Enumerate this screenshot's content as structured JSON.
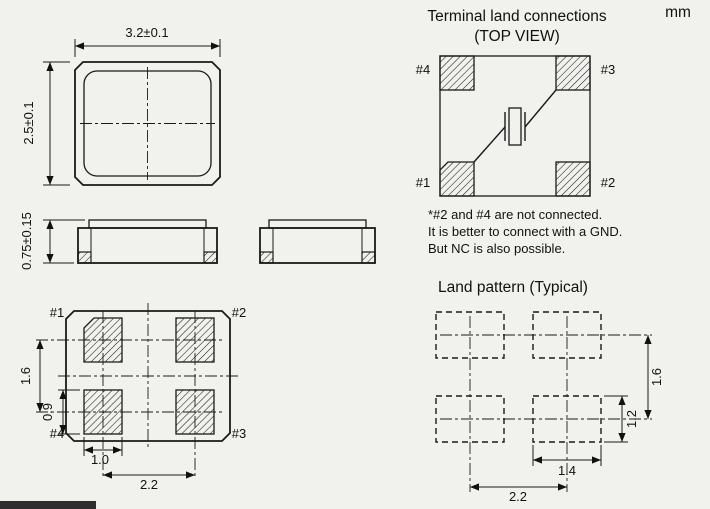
{
  "unit": "mm",
  "top_view": {
    "width": "3.2±0.1",
    "height": "2.5±0.1"
  },
  "side_view": {
    "height": "0.75±0.15"
  },
  "bottom_view": {
    "pad1": "#1",
    "pad2": "#2",
    "pad3": "#3",
    "pad4": "#4",
    "dim_row_pitch": "1.6",
    "dim_pad_height": "0.9",
    "dim_pad_width": "1.0",
    "dim_col_pitch": "2.2"
  },
  "terminal_connections": {
    "title": "Terminal land connections",
    "subtitle": "(TOP VIEW)",
    "pad1": "#1",
    "pad2": "#2",
    "pad3": "#3",
    "pad4": "#4",
    "note_line1": "*#2 and #4 are not connected.",
    "note_line2": "It is better to connect with a GND.",
    "note_line3": "But NC is also possible."
  },
  "land_pattern": {
    "title": "Land pattern (Typical)",
    "dim_row_pitch": "1.6",
    "dim_pad_height": "1.2",
    "dim_pad_width": "1.4",
    "dim_col_pitch": "2.2"
  }
}
